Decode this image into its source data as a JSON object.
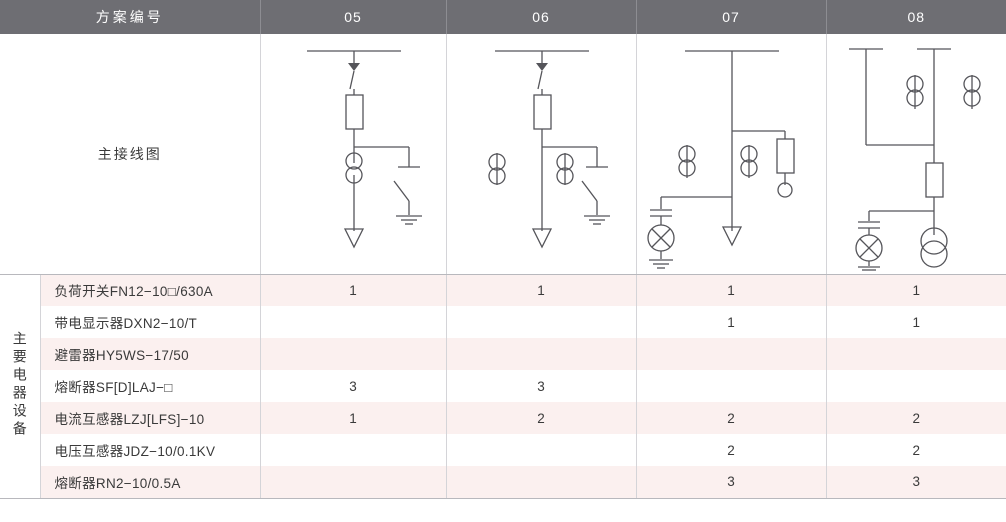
{
  "header": {
    "name_label": "方案编号",
    "columns": [
      "05",
      "06",
      "07",
      "08"
    ]
  },
  "diagram_row": {
    "label": "主接线图",
    "schemes": [
      {
        "id": "05",
        "elements": [
          "busbar",
          "disconnector-arrow",
          "load-switch",
          "fuse",
          "branch-line",
          "earthing-switch",
          "ground",
          "current-transformer",
          "cable-arrow"
        ]
      },
      {
        "id": "06",
        "elements": [
          "busbar",
          "disconnector-arrow",
          "load-switch",
          "fuse",
          "branch-line",
          "earthing-switch",
          "ground",
          "current-transformer-left",
          "current-transformer-right",
          "cable-arrow"
        ]
      },
      {
        "id": "07",
        "elements": [
          "busbar",
          "branch-line",
          "fuse",
          "small-circle",
          "current-transformer-left",
          "current-transformer-right",
          "capacitor",
          "voltage-transformer-x",
          "ground",
          "cable-arrow"
        ]
      },
      {
        "id": "08",
        "elements": [
          "busbar-left-cap",
          "busbar-right-cap",
          "current-transformer-left",
          "current-transformer-right",
          "connecting-bar",
          "fuse",
          "capacitor",
          "voltage-transformer-x",
          "ground",
          "transformer-double-circle"
        ]
      }
    ]
  },
  "group_label": "主要电器设备",
  "rows": [
    {
      "name": "负荷开关FN12−10□/630A",
      "values": [
        "1",
        "1",
        "1",
        "1"
      ]
    },
    {
      "name": "带电显示器DXN2−10/T",
      "values": [
        "",
        "",
        "1",
        "1"
      ]
    },
    {
      "name": "避雷器HY5WS−17/50",
      "values": [
        "",
        "",
        "",
        ""
      ]
    },
    {
      "name": "熔断器SF[D]LAJ−□",
      "values": [
        "3",
        "3",
        "",
        ""
      ]
    },
    {
      "name": "电流互感器LZJ[LFS]−10",
      "values": [
        "1",
        "2",
        "2",
        "2"
      ]
    },
    {
      "name": "电压互感器JDZ−10/0.1KV",
      "values": [
        "",
        "",
        "2",
        "2"
      ]
    },
    {
      "name": "熔断器RN2−10/0.5A",
      "values": [
        "",
        "",
        "3",
        "3"
      ]
    }
  ],
  "colors": {
    "header_bg": "#6e6e73",
    "header_text": "#ffffff",
    "row_tint": "#fbf0ef",
    "row_plain": "#ffffff",
    "grid_line": "#d4d4d8",
    "diagram_stroke": "#55555a",
    "text": "#3a3a3a"
  }
}
